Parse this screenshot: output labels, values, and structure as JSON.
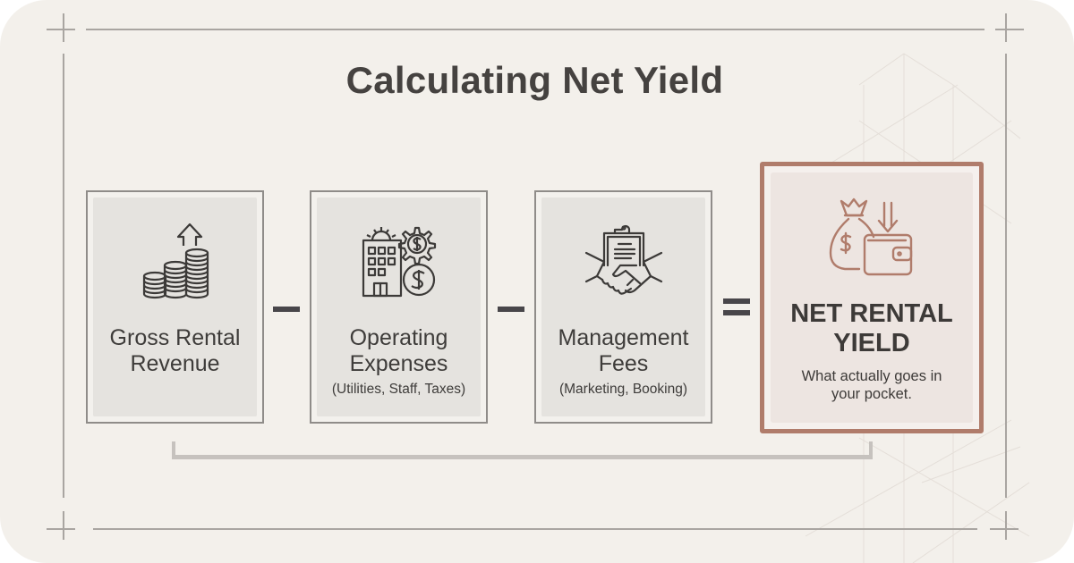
{
  "title": "Calculating Net Yield",
  "colors": {
    "background": "#f3f0eb",
    "card_border": "#8f8c89",
    "card_fill": "#e5e3df",
    "accent": "#b07c6b",
    "text": "#3e3c3a",
    "operator": "#48464a",
    "bracket": "#c6c2be"
  },
  "cards": [
    {
      "icon": "coins-stack-arrow-up-icon",
      "label_line1": "Gross Rental",
      "label_line2": "Revenue",
      "sub": ""
    },
    {
      "icon": "building-gear-dollar-icon",
      "label_line1": "Operating",
      "label_line2": "Expenses",
      "sub": "(Utilities, Staff, Taxes)"
    },
    {
      "icon": "handshake-clipboard-icon",
      "label_line1": "Management",
      "label_line2": "Fees",
      "sub": "(Marketing, Booking)"
    }
  ],
  "operators": [
    "minus",
    "minus",
    "equals"
  ],
  "result": {
    "icon": "money-bag-wallet-icon",
    "title_line1": "NET RENTAL",
    "title_line2": "YIELD",
    "sub_line1": "What actually goes in",
    "sub_line2": "your pocket."
  }
}
